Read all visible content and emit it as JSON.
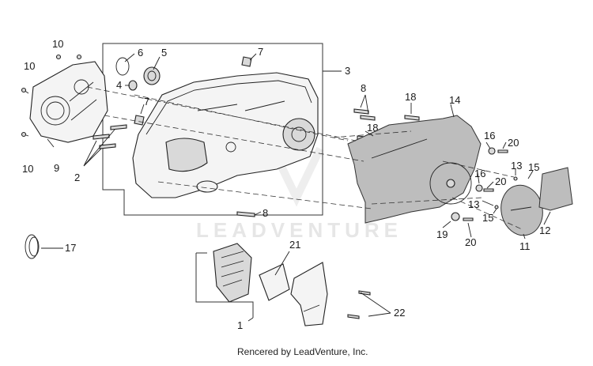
{
  "labels": {
    "c1": "1",
    "c2": "2",
    "c3": "3",
    "c4": "4",
    "c5": "5",
    "c6": "6",
    "c7a": "7",
    "c7b": "7",
    "c8a": "8",
    "c8b": "8",
    "c9": "9",
    "c10a": "10",
    "c10b": "10",
    "c10c": "10",
    "c11": "11",
    "c12": "12",
    "c13a": "13",
    "c13b": "13",
    "c14": "14",
    "c15a": "15",
    "c15b": "15",
    "c16a": "16",
    "c16b": "16",
    "c17": "17",
    "c18a": "18",
    "c18b": "18",
    "c19": "19",
    "c20a": "20",
    "c20b": "20",
    "c20c": "20",
    "c21": "21",
    "c22": "22"
  },
  "watermark": "LEADVENTURE",
  "footer": "Rencered by LeadVenture, Inc.",
  "colors": {
    "line": "#222222",
    "cover": "#bdbdbd",
    "watermark": "#e6e6e6"
  }
}
